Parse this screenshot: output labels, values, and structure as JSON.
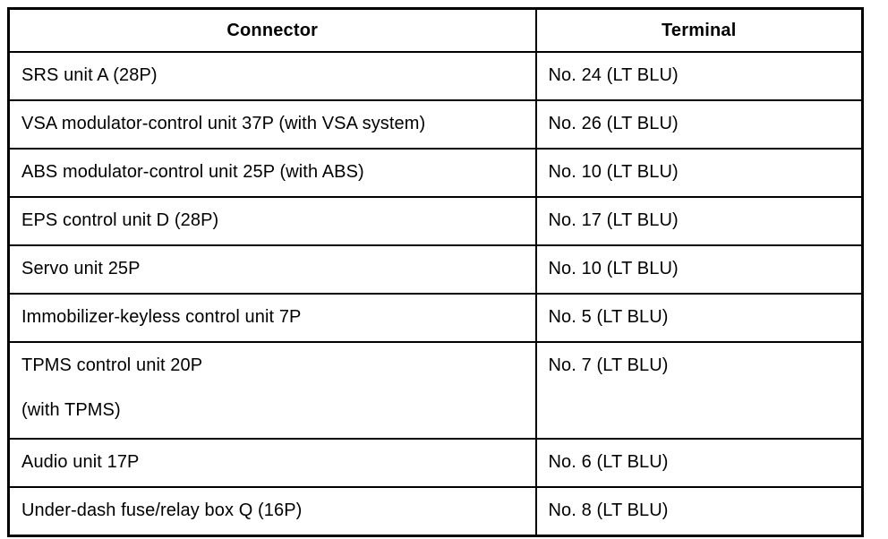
{
  "table": {
    "headers": {
      "connector": "Connector",
      "terminal": "Terminal"
    },
    "rows": [
      {
        "connector": "SRS unit A (28P)",
        "terminal": "No. 24 (LT BLU)"
      },
      {
        "connector": "VSA modulator-control unit 37P (with VSA system)",
        "terminal": "No. 26 (LT BLU)"
      },
      {
        "connector": "ABS modulator-control unit 25P (with ABS)",
        "terminal": "No. 10 (LT BLU)"
      },
      {
        "connector": "EPS control unit D (28P)",
        "terminal": "No. 17 (LT BLU)"
      },
      {
        "connector": "Servo unit 25P",
        "terminal": "No. 10 (LT BLU)"
      },
      {
        "connector": "Immobilizer-keyless control unit 7P",
        "terminal": "No. 5 (LT BLU)"
      },
      {
        "connector": "TPMS control unit 20P",
        "connector_line2": "(with TPMS)",
        "terminal": "No. 7 (LT BLU)"
      },
      {
        "connector": "Audio unit 17P",
        "terminal": "No. 6 (LT BLU)"
      },
      {
        "connector": "Under-dash fuse/relay box Q (16P)",
        "terminal": "No. 8 (LT BLU)"
      }
    ],
    "colors": {
      "border": "#000000",
      "background": "#ffffff",
      "text": "#000000"
    }
  }
}
